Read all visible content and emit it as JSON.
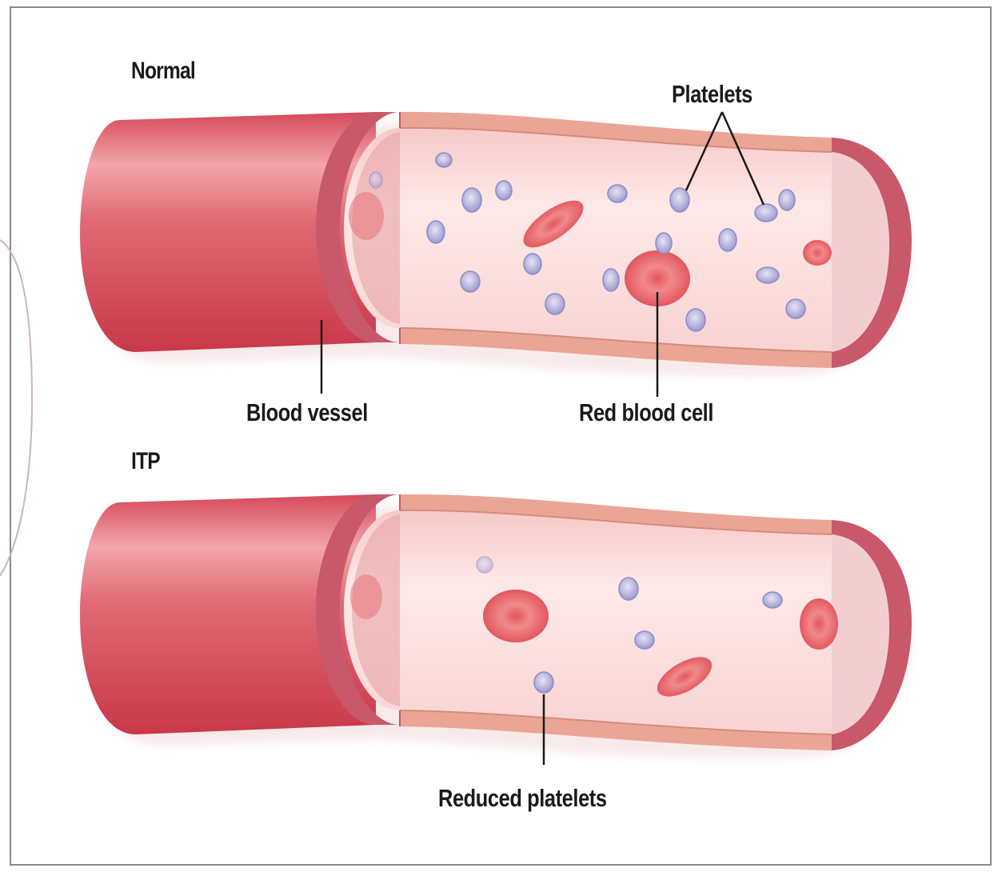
{
  "panels": {
    "normal": {
      "title": "Normal",
      "labels": {
        "platelets": "Platelets",
        "blood_vessel": "Blood vessel",
        "red_blood_cell": "Red blood cell"
      }
    },
    "itp": {
      "title": "ITP",
      "labels": {
        "reduced_platelets": "Reduced platelets"
      }
    }
  },
  "colors": {
    "vessel_outer": "#d9525e",
    "vessel_highlight": "#f1a3a8",
    "vessel_lumen": "#fbe3e2",
    "vessel_wall_band": "#f0b6a8",
    "red_blood_cell": "#e8676a",
    "platelet": "#a9a6d6",
    "label_text": "#1a1a1a"
  }
}
